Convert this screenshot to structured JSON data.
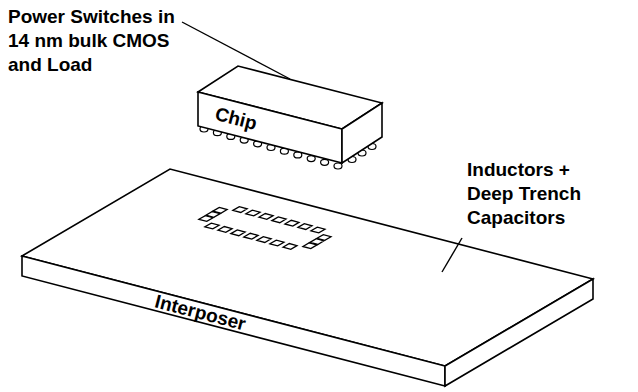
{
  "diagram": {
    "nodes": [
      {
        "text": [
          "Chip"
        ]
      },
      {
        "text": [
          "Interposer"
        ]
      }
    ],
    "labels": [
      "Power Switches in 14 nm bulk CMOS and Load",
      "Inductors + Deep Trench Capacitors"
    ]
  }
}
